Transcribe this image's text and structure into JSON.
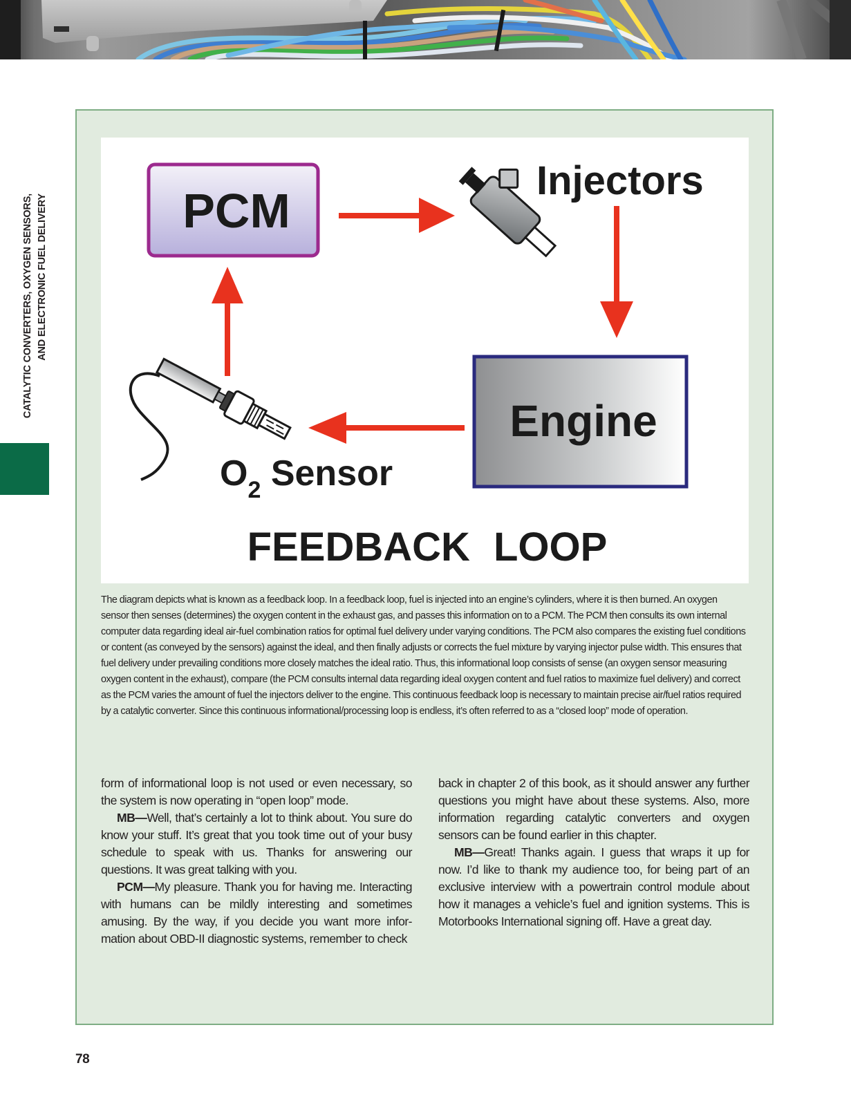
{
  "header_image": {
    "description": "wiring-harness-photo"
  },
  "running_head": {
    "line1": "CATALYTIC CONVERTERS, OXYGEN SENSORS,",
    "line2": "AND ELECTRONIC FUEL DELIVERY",
    "tab_color": "#0b6b47"
  },
  "diagram": {
    "title": "FEEDBACK LOOP",
    "nodes": {
      "pcm": "PCM",
      "injectors": "Injectors",
      "engine": "Engine",
      "o2_sensor_main": "O",
      "o2_sensor_sub": "2",
      "o2_sensor_rest": " Sensor"
    },
    "flow": [
      "PCM",
      "Injectors",
      "Engine",
      "O2 Sensor",
      "PCM"
    ],
    "colors": {
      "arrow": "#e8321e",
      "pcm_border": "#9c2a8e",
      "engine_border": "#2a2a7e"
    }
  },
  "caption": "The diagram depicts what is known as a feedback loop. In a feedback loop, fuel is injected into an engine’s cylinders, where it is then burned. An oxygen sensor then senses (determines) the oxygen content in the exhaust gas, and passes this information on to a PCM. The PCM then consults its own internal computer data regarding ideal air-fuel combination ratios for optimal fuel delivery under varying conditions. The PCM also compares the existing fuel conditions or content (as conveyed by the sensors) against the ideal, and then finally adjusts or corrects the fuel mixture by varying injector pulse width. This ensures that fuel delivery under prevailing conditions more closely matches the ideal ratio. Thus, this informational loop consists of sense (an oxygen sensor measuring oxygen content in the exhaust), compare (the PCM consults internal data regarding ideal oxygen content and fuel ratios to maximize fuel delivery) and correct as the PCM varies the amount of fuel the injectors deliver to the engine. This continuous feedback loop is necessary to maintain precise air/fuel ratios required by a catalytic converter. Since this continuous informational/processing loop is endless, it’s often referred to as a “closed loop” mode of operation.",
  "body": {
    "left": [
      {
        "speaker": "",
        "text": "form of informational loop is not used or even necessary, so the system is now operating in “open loop” mode."
      },
      {
        "speaker": "MB—",
        "text": "Well, that’s certainly a lot to think about. You sure do know your stuff. It’s great that you took time out of your busy schedule to speak with us. Thanks for answering our questions. It was great talking with you."
      },
      {
        "speaker": "PCM—",
        "text": "My pleasure. Thank you for having me. Interacting with humans can be mildly interesting and sometimes amusing. By the way, if you decide you want more infor-mation about OBD-II diagnostic systems, remember to check"
      }
    ],
    "right": [
      {
        "speaker": "",
        "text": "back in chapter 2 of this book, as it should answer any further questions you might have about these systems. Also, more information regarding catalytic converters and oxygen sensors can be found earlier in this chapter."
      },
      {
        "speaker": "MB—",
        "text": "Great! Thanks again. I guess that wraps it up for now. I’d like to thank my audience too, for being part of an exclusive interview with a powertrain control module about how it manages a vehicle’s fuel and ignition systems. This is Motorbooks International signing off. Have a great day."
      }
    ]
  },
  "page_number": "78"
}
